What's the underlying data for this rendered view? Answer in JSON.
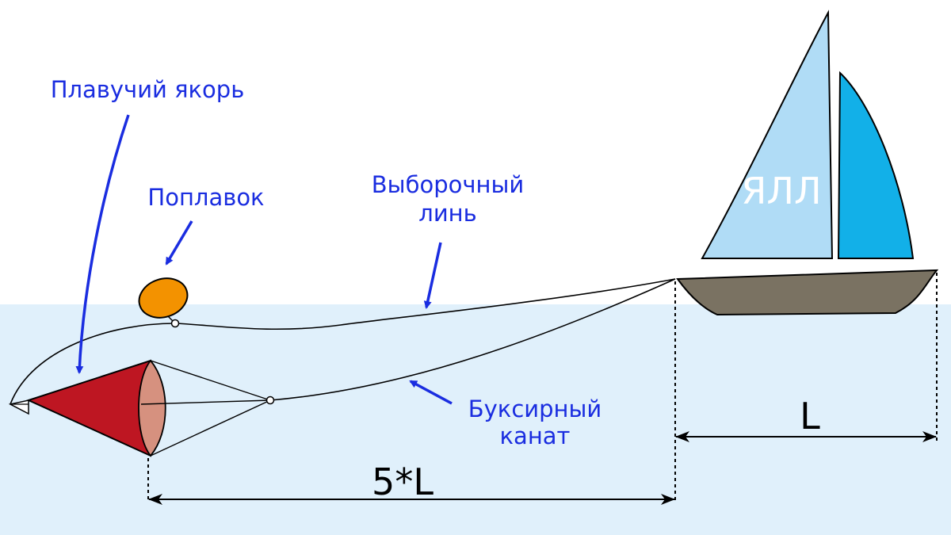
{
  "labels": {
    "sea_anchor": "Плавучий якорь",
    "float": "Поплавок",
    "retrieval_line_1": "Выборочный",
    "retrieval_line_2": "линь",
    "tow_rope_1": "Буксирный",
    "tow_rope_2": "канат",
    "boat_type": "ЯЛЛ",
    "boat_length": "L",
    "rope_length": "5*L"
  },
  "colors": {
    "water": "#e0f0fb",
    "label_blue": "#1a2de0",
    "float": "#f39200",
    "anchor_cone": "#be1622",
    "anchor_mouth": "#d6917f",
    "hull": "#7a7262",
    "mainsail": "#b0dcf6",
    "jib": "#12b0e8"
  },
  "icons": [
    "arrow-icon"
  ]
}
